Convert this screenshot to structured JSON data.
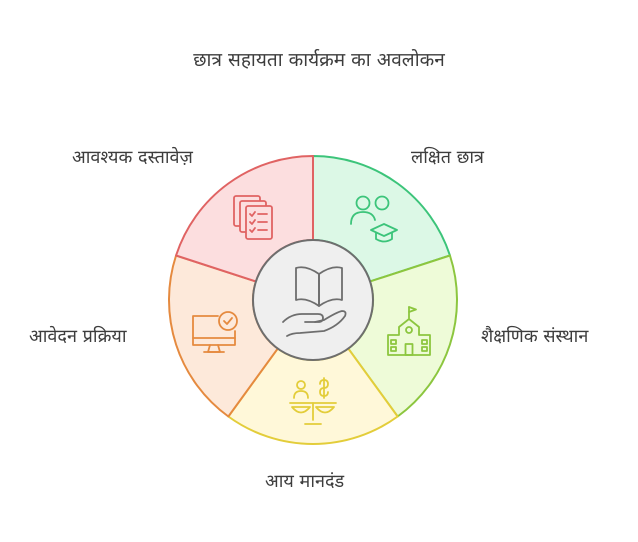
{
  "title": "छात्र सहायता कार्यक्रम का अवलोकन",
  "segments": [
    {
      "label": "लक्षित छात्र",
      "icon": "students-graduation-icon",
      "fill": "#dcf8e6",
      "stroke": "#3cc47a"
    },
    {
      "label": "शैक्षणिक संस्थान",
      "icon": "school-building-icon",
      "fill": "#eefbd8",
      "stroke": "#8cc63f"
    },
    {
      "label": "आय मानदंड",
      "icon": "scale-balance-icon",
      "fill": "#fff8d9",
      "stroke": "#e3cd3a"
    },
    {
      "label": "आवेदन प्रक्रिया",
      "icon": "computer-check-icon",
      "fill": "#fde9da",
      "stroke": "#e58a3f"
    },
    {
      "label": "आवश्यक दस्तावेज़",
      "icon": "documents-checklist-icon",
      "fill": "#fcdedf",
      "stroke": "#e06363"
    }
  ],
  "center": {
    "icon": "hand-book-icon",
    "fill": "#efefef",
    "stroke": "#6e6e6e"
  }
}
